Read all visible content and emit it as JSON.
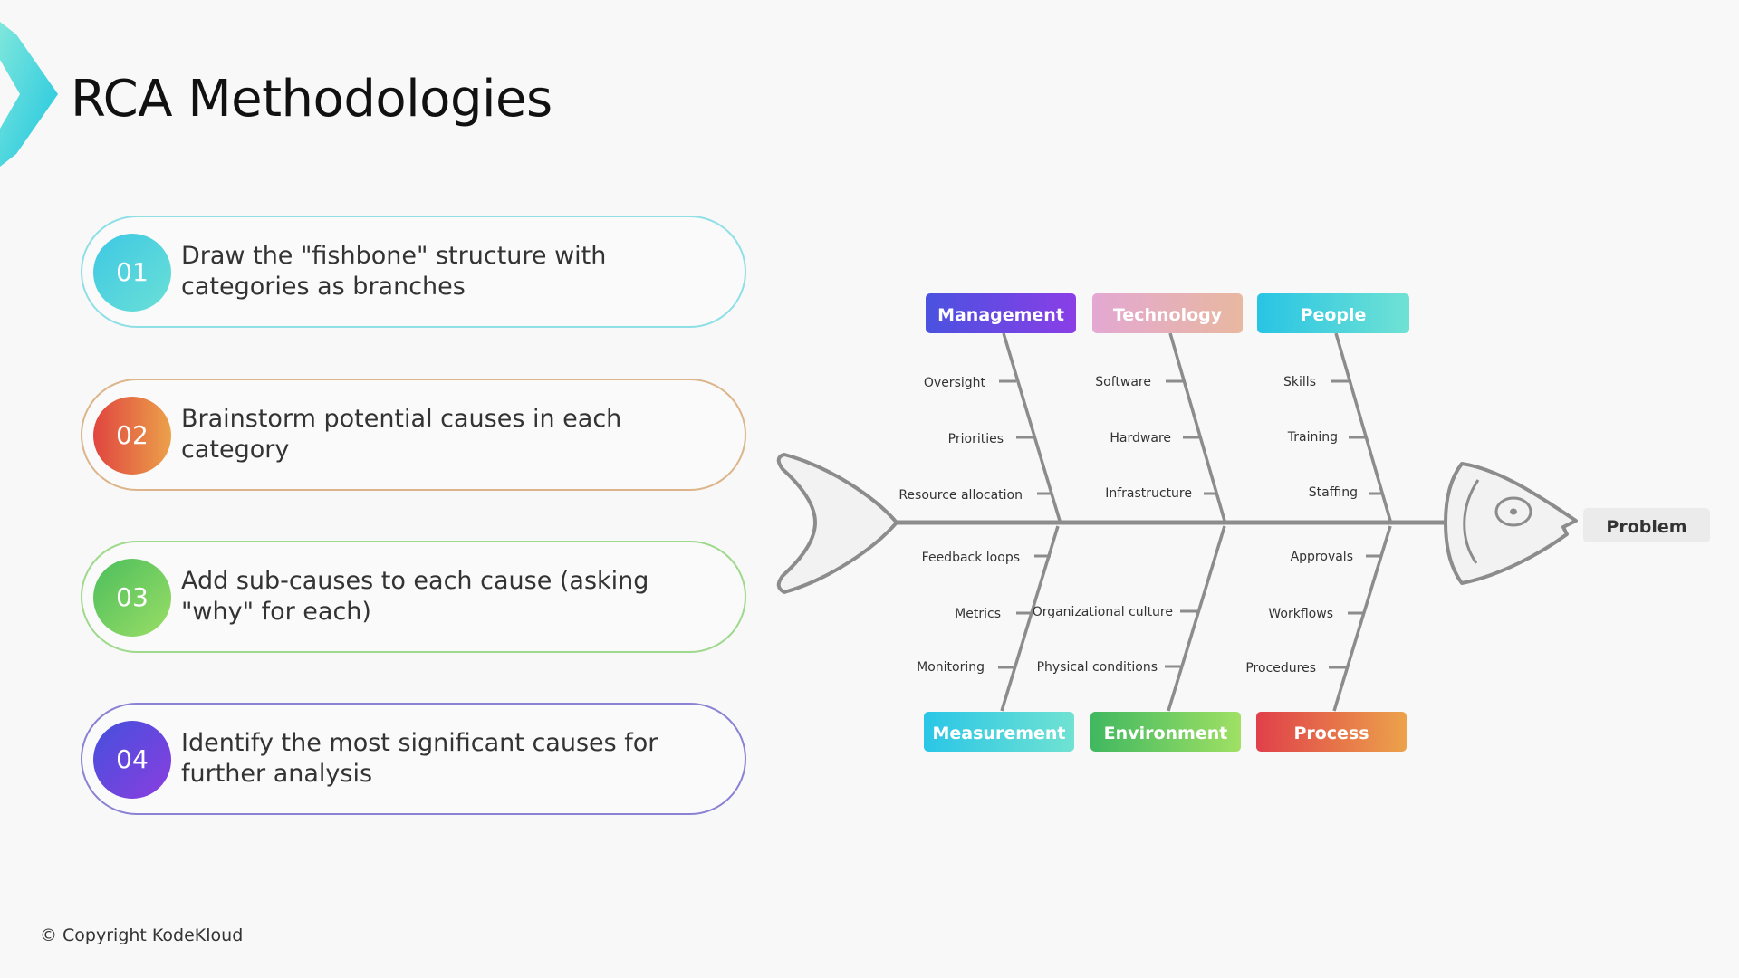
{
  "header": {
    "title": "RCA Methodologies"
  },
  "steps": [
    {
      "number": "01",
      "text": "Draw the \"fishbone\" structure with categories as branches"
    },
    {
      "number": "02",
      "text": "Brainstorm potential causes in each category"
    },
    {
      "number": "03",
      "text": "Add sub-causes to each cause (asking \"why\" for each)"
    },
    {
      "number": "04",
      "text": "Identify the most significant causes for further analysis"
    }
  ],
  "diagram": {
    "problem": "Problem",
    "categories": {
      "management": {
        "label": "Management",
        "causes": [
          "Oversight",
          "Priorities",
          "Resource allocation"
        ]
      },
      "technology": {
        "label": "Technology",
        "causes": [
          "Software",
          "Hardware",
          "Infrastructure"
        ]
      },
      "people": {
        "label": "People",
        "causes": [
          "Skills",
          "Training",
          "Staffing"
        ]
      },
      "measurement": {
        "label": "Measurement",
        "causes": [
          "Feedback loops",
          "Metrics",
          "Monitoring"
        ]
      },
      "environment": {
        "label": "Environment",
        "causes": [
          "Organizational culture",
          "Physical conditions"
        ]
      },
      "process": {
        "label": "Process",
        "causes": [
          "Approvals",
          "Workflows",
          "Procedures"
        ]
      }
    }
  },
  "footer": {
    "copyright": "© Copyright KodeKloud"
  }
}
